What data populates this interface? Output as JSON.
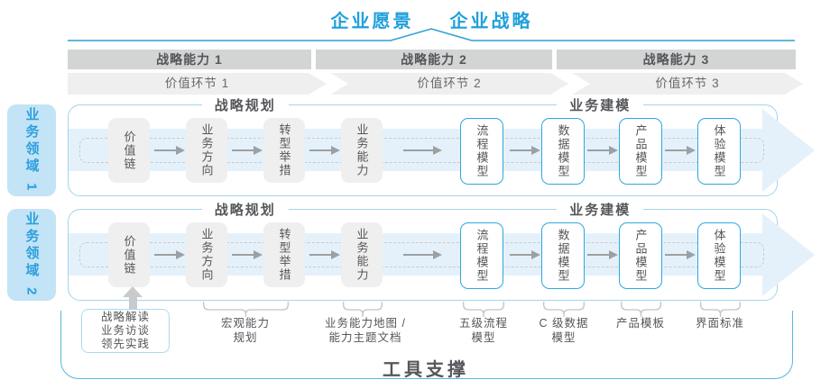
{
  "title": {
    "vision": "企业愿景",
    "strategy": "企业战略"
  },
  "strategic_capabilities": [
    {
      "label": "战略能力 1"
    },
    {
      "label": "战略能力 2"
    },
    {
      "label": "战略能力 3"
    }
  ],
  "value_chains": [
    {
      "label": "价值环节 1"
    },
    {
      "label": "价值环节 2"
    },
    {
      "label": "价值环节 3"
    }
  ],
  "business_domains": [
    {
      "label": "业务领域 1"
    },
    {
      "label": "业务领域 2"
    }
  ],
  "row_sections": {
    "planning": "战略规划",
    "modeling": "业务建模"
  },
  "flow_boxes": [
    {
      "label": "价值链",
      "style": "gray"
    },
    {
      "label": "业务方向",
      "style": "gray"
    },
    {
      "label": "转型举措",
      "style": "gray"
    },
    {
      "label": "业务能力",
      "style": "gray"
    },
    {
      "label": "流程模型",
      "style": "blue"
    },
    {
      "label": "数据模型",
      "style": "blue"
    },
    {
      "label": "产品模型",
      "style": "blue"
    },
    {
      "label": "体验模型",
      "style": "blue"
    }
  ],
  "deliverables": {
    "source": {
      "line1": "战略解读",
      "line2": "业务访谈",
      "line3": "领先实践"
    },
    "notes": [
      {
        "line1": "宏观能力",
        "line2": "规划"
      },
      {
        "line1": "业务能力地图 /",
        "line2": "能力主题文档"
      },
      {
        "line1": "五级流程",
        "line2": "模型"
      },
      {
        "line1": "C 级数据",
        "line2": "模型"
      },
      {
        "line1": "产品模板"
      },
      {
        "line1": "界面标准"
      }
    ]
  },
  "tool_support": {
    "label": "工具支撑"
  },
  "colors": {
    "accent_blue": "#1FA0DB",
    "panel_border": "#A3D4EC",
    "band_fill": "#E5F1FA",
    "box_gray": "#EFEFEF",
    "box_blue_border": "#2FA8DE",
    "bar_gray": "#D3D5D5",
    "domain_fill": "#C3E4F6",
    "domain_text": "#2E9FDC",
    "text_dark": "#55565A",
    "tool_border": "#58B6E4",
    "bracket_gray": "#C2C4C5"
  }
}
